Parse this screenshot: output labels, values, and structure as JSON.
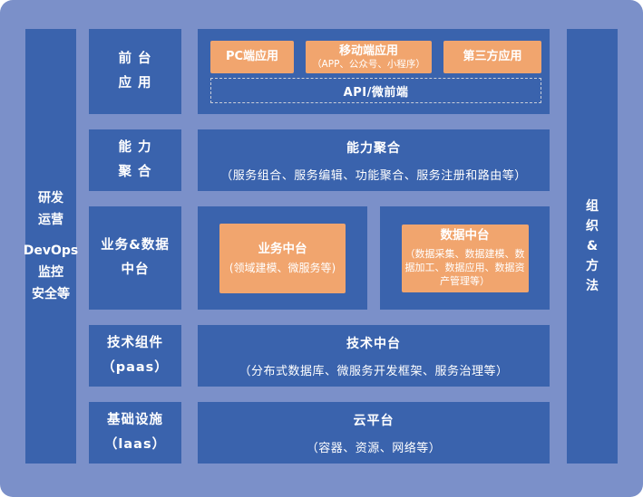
{
  "colors": {
    "background": "#7b90c9",
    "panel_blue": "#3a63ad",
    "accent_orange": "#f1a56e",
    "text": "#ffffff",
    "dashed_border": "#c9cdd8"
  },
  "left_rail": {
    "lines": [
      "研发",
      "运营",
      "DevOps",
      "监控",
      "安全等"
    ]
  },
  "right_rail": {
    "chars": [
      "组",
      "织",
      "&",
      "方",
      "法"
    ]
  },
  "rows": [
    {
      "label": [
        "前 台",
        "应 用"
      ],
      "apps": [
        {
          "title": "PC端应用"
        },
        {
          "title": "移动端应用",
          "subtitle": "（APP、公众号、小程序）"
        },
        {
          "title": "第三方应用"
        }
      ],
      "api_bar": "API/微前端"
    },
    {
      "label": [
        "能 力",
        "聚 合"
      ],
      "title": "能力聚合",
      "desc": "（服务组合、服务编辑、功能聚合、服务注册和路由等）"
    },
    {
      "label": [
        "业务&数据",
        "中台"
      ],
      "panels": [
        {
          "title": "业务中台",
          "desc": "(领域建模、微服务等)"
        },
        {
          "title": "数据中台",
          "desc": "（数据采集、数据建模、数据加工、数据应用、数据资产管理等）"
        }
      ]
    },
    {
      "label": [
        "技术组件",
        "（paas）"
      ],
      "title": "技术中台",
      "desc": "（分布式数据库、微服务开发框架、服务治理等）"
    },
    {
      "label": [
        "基础设施",
        "（laas）"
      ],
      "title": "云平台",
      "desc": "（容器、资源、网络等）"
    }
  ]
}
